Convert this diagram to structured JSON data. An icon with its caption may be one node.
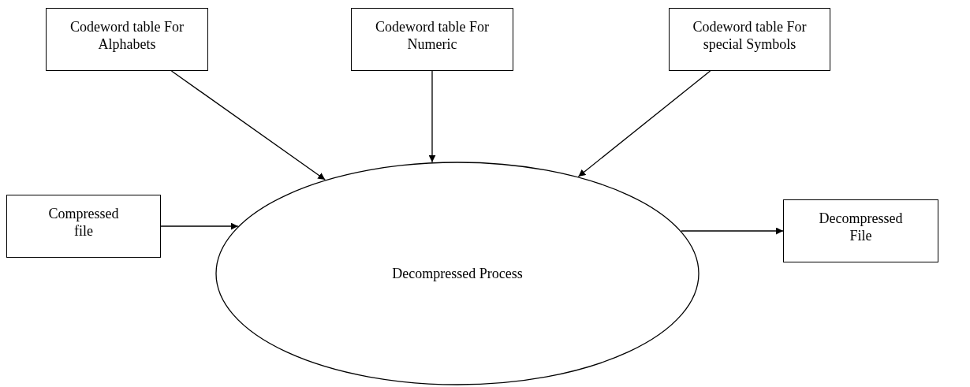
{
  "diagram": {
    "nodes": [
      {
        "text": [
          "Codeword table For Alphabets"
        ]
      },
      {
        "text": [
          "Codeword table For Numeric"
        ]
      },
      {
        "text": [
          "Codeword table For special Symbols"
        ]
      },
      {
        "text": [
          "Compressed file"
        ]
      },
      {
        "text": [
          "Decompressed Process"
        ]
      },
      {
        "text": [
          "Decompressed File"
        ]
      }
    ],
    "edges": [
      {
        "from": 0,
        "to": 4,
        "arrow": "to"
      },
      {
        "from": 1,
        "to": 4,
        "arrow": "to"
      },
      {
        "from": 2,
        "to": 4,
        "arrow": "to"
      },
      {
        "from": 3,
        "to": 4,
        "arrow": "to"
      },
      {
        "from": 4,
        "to": 5,
        "arrow": "to"
      }
    ]
  }
}
